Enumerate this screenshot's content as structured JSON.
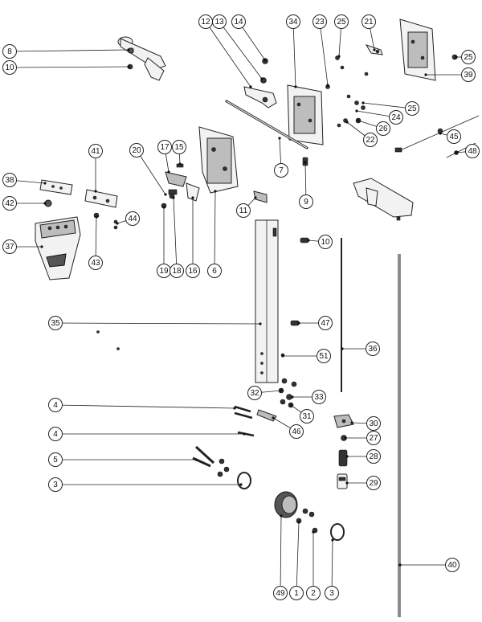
{
  "diagram": {
    "callouts": [
      {
        "id": "c8",
        "label": "8"
      },
      {
        "id": "c10a",
        "label": "10"
      },
      {
        "id": "c12",
        "label": "12"
      },
      {
        "id": "c13",
        "label": "13"
      },
      {
        "id": "c14",
        "label": "14"
      },
      {
        "id": "c34",
        "label": "34"
      },
      {
        "id": "c23",
        "label": "23"
      },
      {
        "id": "c25a",
        "label": "25"
      },
      {
        "id": "c21",
        "label": "21"
      },
      {
        "id": "c25b",
        "label": "25"
      },
      {
        "id": "c39",
        "label": "39"
      },
      {
        "id": "c25c",
        "label": "25"
      },
      {
        "id": "c24",
        "label": "24"
      },
      {
        "id": "c26",
        "label": "26"
      },
      {
        "id": "c22",
        "label": "22"
      },
      {
        "id": "c45",
        "label": "45"
      },
      {
        "id": "c48",
        "label": "48"
      },
      {
        "id": "c7",
        "label": "7"
      },
      {
        "id": "c9",
        "label": "9"
      },
      {
        "id": "c17",
        "label": "17"
      },
      {
        "id": "c15",
        "label": "15"
      },
      {
        "id": "c20",
        "label": "20"
      },
      {
        "id": "c41",
        "label": "41"
      },
      {
        "id": "c38",
        "label": "38"
      },
      {
        "id": "c42",
        "label": "42"
      },
      {
        "id": "c44",
        "label": "44"
      },
      {
        "id": "c37",
        "label": "37"
      },
      {
        "id": "c43",
        "label": "43"
      },
      {
        "id": "c19",
        "label": "19"
      },
      {
        "id": "c18",
        "label": "18"
      },
      {
        "id": "c16",
        "label": "16"
      },
      {
        "id": "c6",
        "label": "6"
      },
      {
        "id": "c11",
        "label": "11"
      },
      {
        "id": "c10b",
        "label": "10"
      },
      {
        "id": "c35",
        "label": "35"
      },
      {
        "id": "c47",
        "label": "47"
      },
      {
        "id": "c36",
        "label": "36"
      },
      {
        "id": "c51",
        "label": "51"
      },
      {
        "id": "c4a",
        "label": "4"
      },
      {
        "id": "c32",
        "label": "32"
      },
      {
        "id": "c33",
        "label": "33"
      },
      {
        "id": "c31",
        "label": "31"
      },
      {
        "id": "c46",
        "label": "46"
      },
      {
        "id": "c4b",
        "label": "4"
      },
      {
        "id": "c30",
        "label": "30"
      },
      {
        "id": "c27",
        "label": "27"
      },
      {
        "id": "c5",
        "label": "5"
      },
      {
        "id": "c28",
        "label": "28"
      },
      {
        "id": "c3a",
        "label": "3"
      },
      {
        "id": "c29",
        "label": "29"
      },
      {
        "id": "c40",
        "label": "40"
      },
      {
        "id": "c49",
        "label": "49"
      },
      {
        "id": "c1",
        "label": "1"
      },
      {
        "id": "c2",
        "label": "2"
      },
      {
        "id": "c3b",
        "label": "3"
      }
    ]
  }
}
